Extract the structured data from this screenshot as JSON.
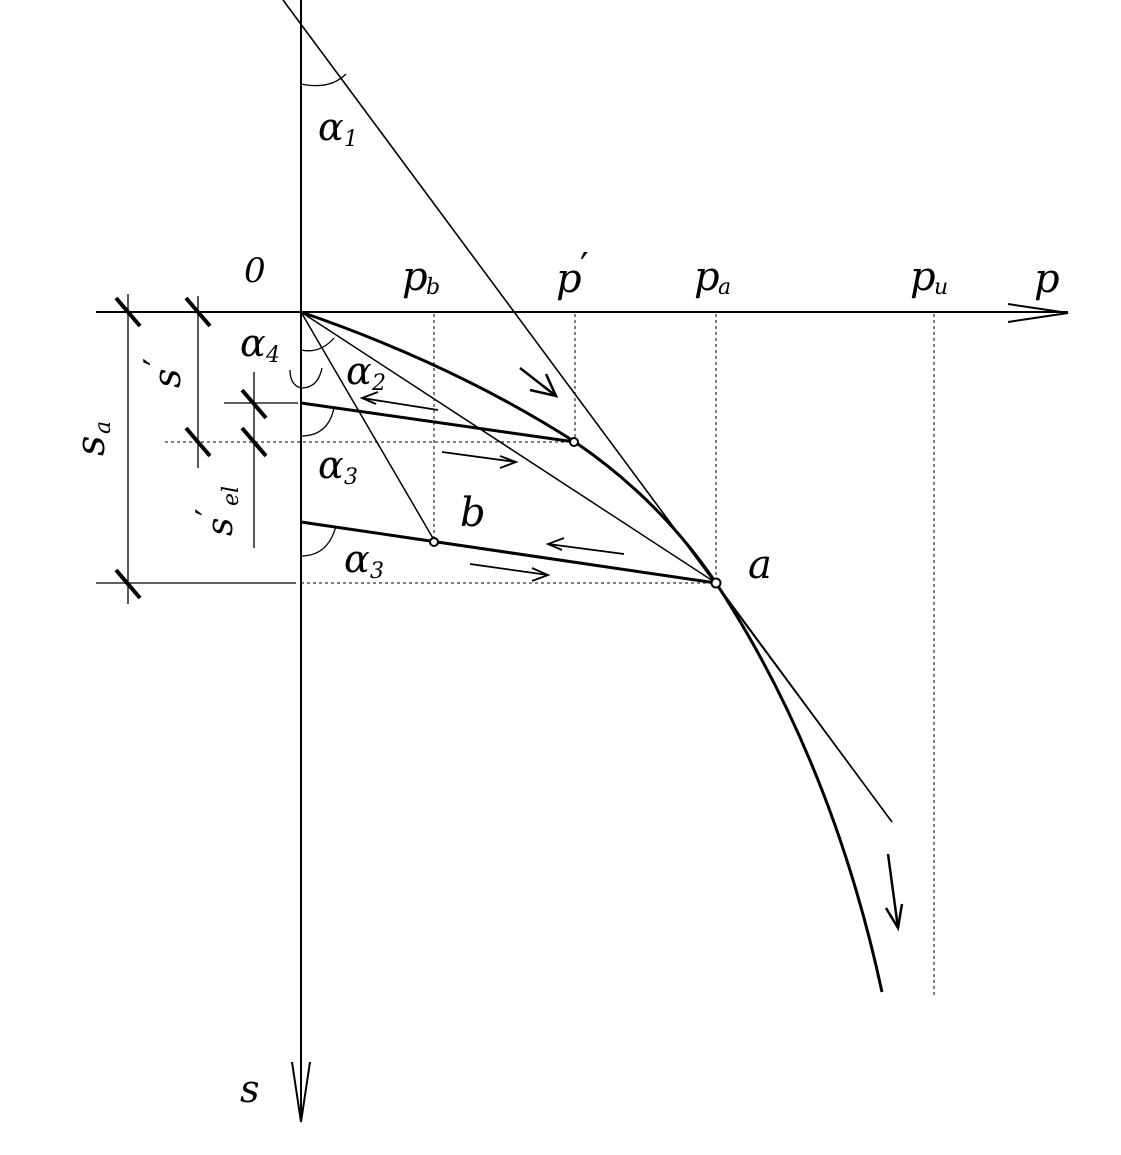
{
  "labels": {
    "origin": "0",
    "axis_p": "p",
    "axis_s": "s",
    "p_b": "p",
    "p_b_sub": "b",
    "p_prime": "p",
    "p_prime_mark": "′",
    "p_a": "p",
    "p_a_sub": "a",
    "p_u": "p",
    "p_u_sub": "u",
    "alpha1": "α",
    "alpha1_sub": "1",
    "alpha2": "α",
    "alpha2_sub": "2",
    "alpha3_upper": "α",
    "alpha3_upper_sub": "3",
    "alpha3_lower": "α",
    "alpha3_lower_sub": "3",
    "alpha4": "α",
    "alpha4_sub": "4",
    "point_a": "a",
    "point_b": "b",
    "s_a": "s",
    "s_a_sub": "a",
    "s_prime": "s",
    "s_prime_mark": "′",
    "s_el": "s",
    "s_el_mark": "′",
    "s_el_sub": "el"
  },
  "colors": {
    "ink": "#000000",
    "background": "#ffffff"
  }
}
